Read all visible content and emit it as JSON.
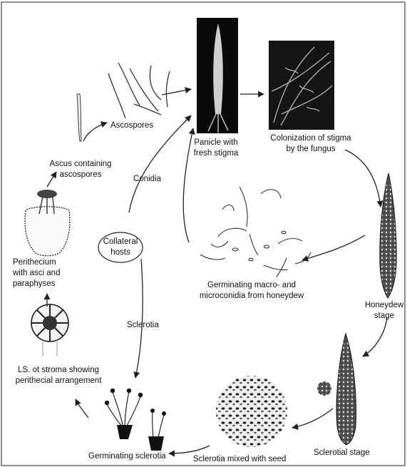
{
  "labels": {
    "ascospores": "Ascospores",
    "ascus": "Ascus containing\nascospores",
    "panicle": "Panicle with\nfresh stigma",
    "colonization": "Colonization of stigma\nby the fungus",
    "conidia": "Conidia",
    "collateral": "Collateral\nhosts",
    "perithecium": "Perithecium\nwith asci and\nparaphyses",
    "germinating_conidia": "Germinating macro- and\nmicroconidia from honeydew",
    "honeydew": "Honeydew\nstage",
    "sclerotia": "Sclerotia",
    "ls_stroma": "LS. ot stroma showing\nperithecial arrangement",
    "sclerotial_stage": "Sclerotial stage",
    "germinating_sclerotia": "Germinating sclerotia",
    "sclerotia_seed": "Sclerotia mixed with seed"
  },
  "colors": {
    "ink": "#111111",
    "background": "#ffffff"
  }
}
